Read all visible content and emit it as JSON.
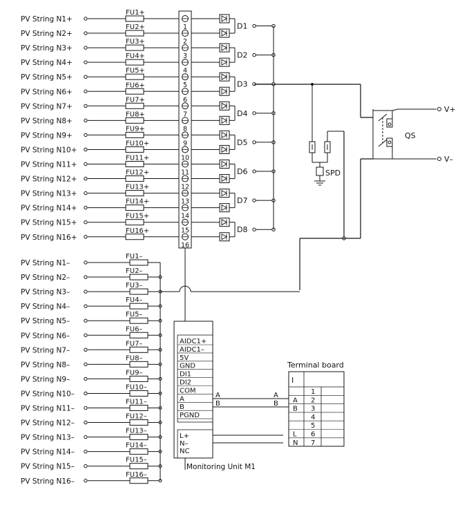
{
  "pos_strings": [
    "PV String N1+",
    "PV String N2+",
    "PV String N3+",
    "PV String N4+",
    "PV String N5+",
    "PV String N6+",
    "PV String N7+",
    "PV String N8+",
    "PV String N9+",
    "PV String N10+",
    "PV String N11+",
    "PV String N12+",
    "PV String N13+",
    "PV String N14+",
    "PV String N15+",
    "PV String N16+"
  ],
  "pos_fuses": [
    "FU1+",
    "FU2+",
    "FU3+",
    "FU4+",
    "FU5+",
    "FU6+",
    "FU7+",
    "FU8+",
    "FU9+",
    "FU10+",
    "FU11+",
    "FU12+",
    "FU13+",
    "FU14+",
    "FU15+",
    "FU16+"
  ],
  "terminal_numbers": [
    "1",
    "2",
    "3",
    "4",
    "5",
    "6",
    "7",
    "8",
    "9",
    "10",
    "11",
    "12",
    "13",
    "14",
    "15",
    "16"
  ],
  "diodes": [
    "D1",
    "D2",
    "D3",
    "D4",
    "D5",
    "D6",
    "D7",
    "D8"
  ],
  "neg_strings": [
    "PV String N1–",
    "PV String N2–",
    "PV String N3–",
    "PV String N4–",
    "PV String N5–",
    "PV String N6–",
    "PV String N7–",
    "PV String N8–",
    "PV String N9–",
    "PV String N10–",
    "PV String N11–",
    "PV String N12–",
    "PV String N13–",
    "PV String N14–",
    "PV String N15–",
    "PV String N16–"
  ],
  "neg_fuses": [
    "FU1–",
    "FU2–",
    "FU3–",
    "FU4–",
    "FU5–",
    "FU6–",
    "FU7–",
    "FU8–",
    "FU9–",
    "FU10–",
    "FU11–",
    "FU12–",
    "FU13–",
    "FU14–",
    "FU15–",
    "FU16–"
  ],
  "output": {
    "v_plus": "V+",
    "v_minus": "V–",
    "switch": "QS",
    "spd": "SPD"
  },
  "monitor": {
    "title": "Monitoring Unit M1",
    "pins": [
      "AIDC1+",
      "AIDC1–",
      "5V",
      "GND",
      "DI1",
      "DI2",
      "COM",
      "A",
      "B",
      "PGND"
    ],
    "power_pins": [
      "L+",
      "N–",
      "NC"
    ],
    "wire_labels": [
      "A",
      "B",
      "A",
      "B"
    ]
  },
  "terminal_board": {
    "title": "Terminal board",
    "header": "I",
    "rows": [
      {
        "label": "",
        "num": "1"
      },
      {
        "label": "A",
        "num": "2"
      },
      {
        "label": "B",
        "num": "3"
      },
      {
        "label": "",
        "num": "4"
      },
      {
        "label": "",
        "num": "5"
      },
      {
        "label": "L",
        "num": "6"
      },
      {
        "label": "N",
        "num": "7"
      }
    ]
  }
}
